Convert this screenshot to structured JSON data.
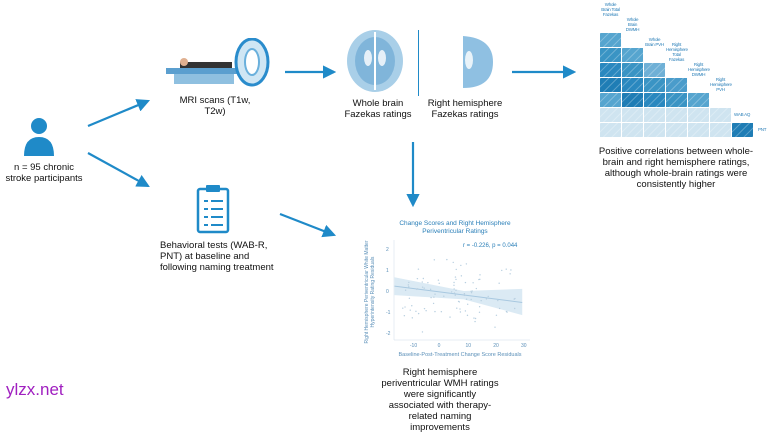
{
  "participants": {
    "label": "n = 95 chronic stroke participants"
  },
  "mri": {
    "label": "MRI scans (T1w, T2w)"
  },
  "ratings": {
    "whole_brain": "Whole brain Fazekas ratings",
    "right_hemisphere": "Right hemisphere Fazekas ratings"
  },
  "matrix": {
    "labels": [
      "Whole Brain Total Fazekas",
      "Whole Brain DWMH",
      "Whole Brain PVH",
      "Right Hemisphere Total Fazekas",
      "Right Hemisphere DWMH",
      "Right Hemisphere PVH",
      "WAB AQ",
      "PNT"
    ],
    "caption": "Positive correlations between whole-brain and right hemisphere ratings, although whole-brain ratings were consistently higher"
  },
  "behavioral": {
    "label": "Behavioral tests (WAB-R, PNT) at baseline and following naming treatment"
  },
  "scatter": {
    "title": "Change Scores and Right Hemisphere Periventricular Ratings",
    "annotation": "r = -0.226, p = 0.044",
    "xlabel": "Baseline-Post-Treatment Change Score Residuals",
    "ylabel": "Right Hemisphere Periventricular White Matter Hyperintensity Rating Residuals",
    "xticks": [
      "-10",
      "0",
      "10",
      "20",
      "30"
    ],
    "yticks": [
      "2",
      "1",
      "0",
      "-1",
      "-2"
    ],
    "caption": "Right hemisphere periventricular WMH ratings were significantly associated with therapy-related naming improvements"
  },
  "watermark": "ylzx.net",
  "colors": {
    "accent": "#1f8ac8",
    "dark_cell": "#1f7db5",
    "light_cell": "#cfe4f0",
    "watermark": "#a020c0"
  }
}
